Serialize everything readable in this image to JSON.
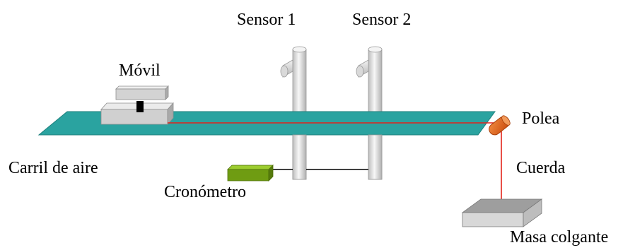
{
  "labels": {
    "sensor1": "Sensor 1",
    "sensor2": "Sensor 2",
    "movil": "Móvil",
    "polea": "Polea",
    "carril": "Carril de aire",
    "cuerda": "Cuerda",
    "cronometro": "Cronómetro",
    "masa": "Masa colgante"
  },
  "colors": {
    "track": "#2aa3a0",
    "string": "#e2231a",
    "pulley": "#e8641a",
    "timer": "#6f9c12",
    "block": "#cfcfcf",
    "mass": "#a8a8a8",
    "sensor": "#e6e6e6"
  }
}
